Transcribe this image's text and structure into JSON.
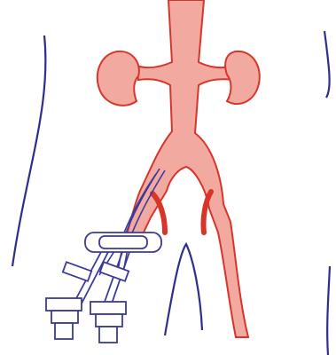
{
  "diagram": {
    "colors": {
      "vessel_fill": "#f2aaa0",
      "vessel_stroke": "#d8352a",
      "outline": "#2e2e8f",
      "device": "#3a3a9a",
      "device_fill": "#ffffff",
      "background": "#ffffff"
    },
    "elements": [
      "body-outline-left",
      "body-outline-right",
      "leg-inner-outline",
      "abdominal-aorta",
      "left-kidney",
      "right-kidney",
      "iliac-arteries",
      "femoral-sheaths",
      "catheter-hubs"
    ]
  }
}
